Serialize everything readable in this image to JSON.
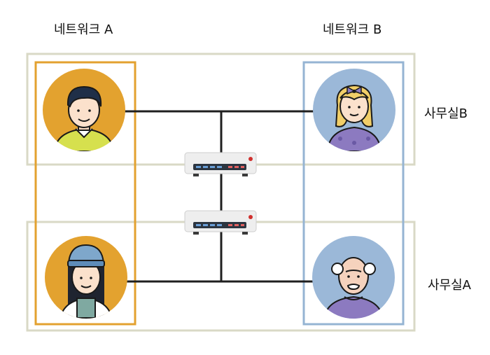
{
  "labels": {
    "network_a": "네트워크 A",
    "network_b": "네트워크 B",
    "office_b": "사무실B",
    "office_a": "사무실A"
  },
  "colors": {
    "office_border": "#d9d9c6",
    "network_a_border": "#e3a12f",
    "network_b_border": "#95b4d3",
    "cable": "#1f1f1f",
    "avatar_orange": "#e3a22f",
    "avatar_blue": "#9bb8d8",
    "router_body": "#eeeeee",
    "router_panel": "#2c3540",
    "router_led_blue": "#6a9ed6",
    "router_led_red": "#e06060"
  },
  "icons": {
    "person_top_left": "young-man-avatar",
    "person_bottom_left": "woman-beanie-avatar",
    "person_top_right": "woman-blonde-avatar",
    "person_bottom_right": "old-man-avatar",
    "device_top": "network-switch",
    "device_bottom": "network-switch"
  }
}
